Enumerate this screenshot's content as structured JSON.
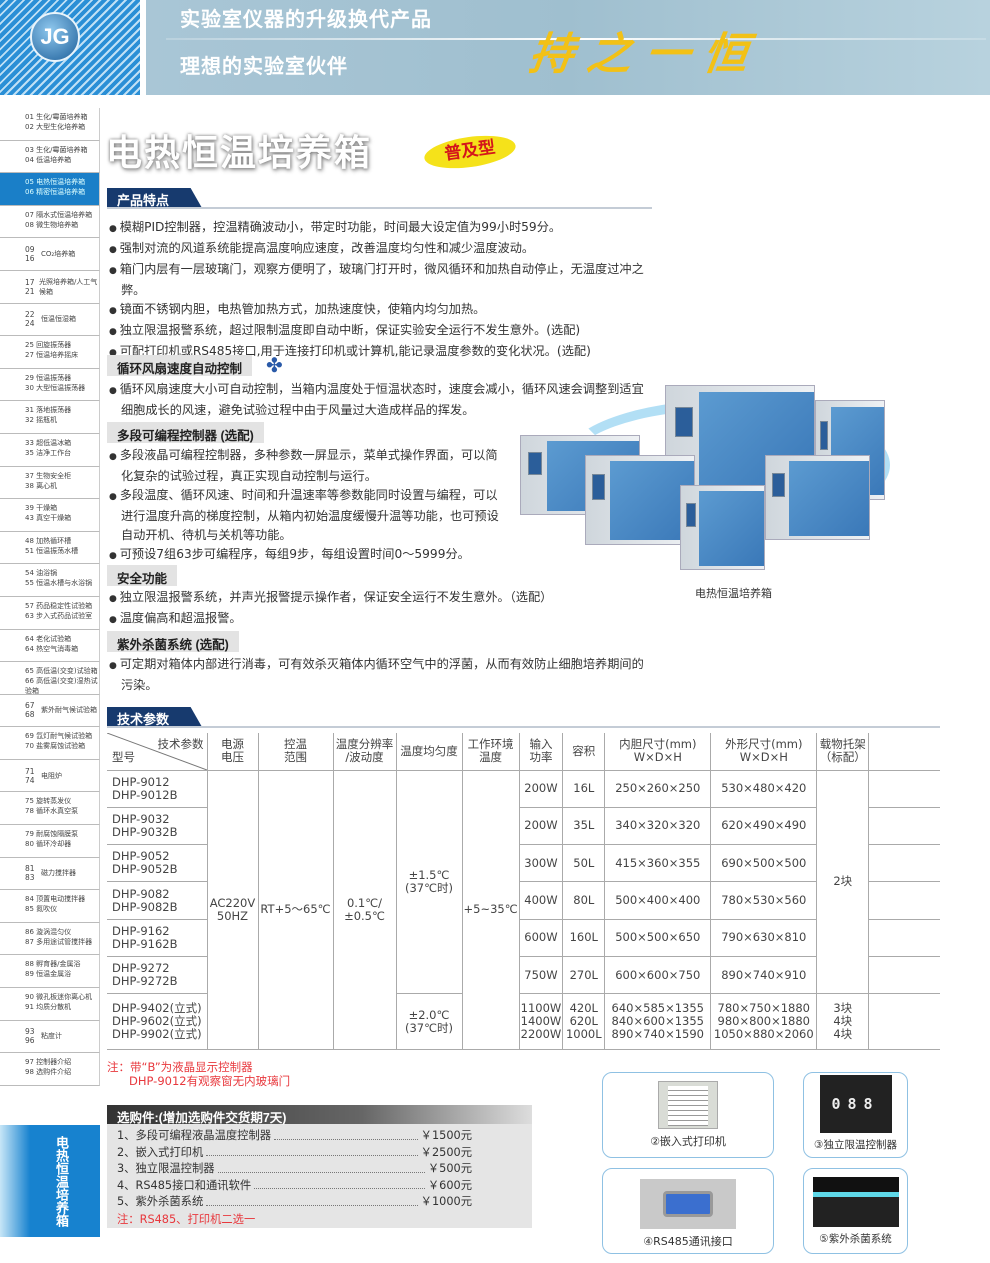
{
  "header": {
    "logo_text": "JG",
    "tagline1": "实验室仪器的升级换代产品",
    "tagline2": "理想的实验室伙伴",
    "slogan": "持之一恒"
  },
  "sidebar": {
    "items": [
      {
        "a": "01 生化/霉菌培养箱",
        "b": "02 大型生化培养箱"
      },
      {
        "a": "03 生化/霉菌培养箱",
        "b": "04 低温培养箱"
      },
      {
        "a": "05 电热恒温培养箱",
        "b": "06 精密恒温培养箱",
        "active": true
      },
      {
        "a": "07 隔水式恒温培养箱",
        "b": "08 微生物培养箱"
      },
      {
        "n": "09 16",
        "label": "CO₂培养箱"
      },
      {
        "n": "17 21",
        "label": "光照培养箱/人工气候箱"
      },
      {
        "n": "22 24",
        "label": "恒温恒湿箱"
      },
      {
        "a": "25 回旋振荡器",
        "b": "27 恒温培养摇床"
      },
      {
        "a": "29 恒温振荡器",
        "b": "30 大型恒温振荡器"
      },
      {
        "a": "31 落地振荡器",
        "b": "32 摇瓶机"
      },
      {
        "a": "33 超低温冰箱",
        "b": "35 洁净工作台"
      },
      {
        "a": "37 生物安全柜",
        "b": "38 离心机"
      },
      {
        "a": "39 干燥箱",
        "b": "43 真空干燥箱"
      },
      {
        "a": "48 加热循环槽",
        "b": "51 恒温振荡水槽"
      },
      {
        "a": "54 油浴锅",
        "b": "55 恒温水槽与水浴锅"
      },
      {
        "a": "57 药品稳定性试验箱",
        "b": "63 步入式药品试验室"
      },
      {
        "a": "64 老化试验箱",
        "b": "64 热空气消毒箱"
      },
      {
        "a": "65 高低温(交变)试验箱",
        "b": "66 高低温(交变)湿热试验箱"
      },
      {
        "n": "67 68",
        "label": "紫外耐气候试验箱"
      },
      {
        "a": "69 氙灯耐气候试验箱",
        "b": "70 盐雾腐蚀试验箱"
      },
      {
        "n": "71 74",
        "label": "电阻炉"
      },
      {
        "a": "75 旋转蒸发仪",
        "b": "78 循环水真空泵"
      },
      {
        "a": "79 耐腐蚀隔膜泵",
        "b": "80 循环冷却器"
      },
      {
        "n": "81 83",
        "label": "磁力搅拌器"
      },
      {
        "a": "84 顶置电动搅拌器",
        "b": "85 氮吹仪"
      },
      {
        "a": "86 漩涡混匀仪",
        "b": "87 多用途试管搅拌器"
      },
      {
        "a": "88 孵育器/金属浴",
        "b": "89 恒温金属浴"
      },
      {
        "a": "90 微孔板迷你离心机",
        "b": "91 均质分散机"
      },
      {
        "n": "93 96",
        "label": "粘度计"
      },
      {
        "a": "97 控制器介绍",
        "b": "98 选购件介绍"
      }
    ],
    "current_tab": "电热恒温培养箱"
  },
  "title": {
    "main": "电热恒温培养箱",
    "badge": "普及型"
  },
  "features": {
    "heading": "产品特点",
    "items": [
      "模糊PID控制器，控温精确波动小，带定时功能，时间最大设定值为99小时59分。",
      "强制对流的风道系统能提高温度响应速度，改善温度均匀性和减少温度波动。",
      "箱门内层有一层玻璃门，观察方便明了，玻璃门打开时，微风循环和加热自动停止，无温度过冲之弊。",
      "镜面不锈钢内胆，电热管加热方式，加热速度快，使箱内均匀加热。",
      "独立限温报警系统，超过限制温度即自动中断，保证实验安全运行不发生意外。(选配)",
      "可配打印机或RS485接口,用于连接打印机或计算机,能记录温度参数的变化状况。(选配)"
    ]
  },
  "fan": {
    "heading": "循环风扇速度自动控制",
    "items": [
      "循环风扇速度大小可自动控制，当箱内温度处于恒温状态时，速度会减小，循环风速会调整到适宜细胞成长的风速，避免试验过程中由于风量过大造成样品的挥发。"
    ]
  },
  "programmable": {
    "heading": "多段可编程控制器 (选配)",
    "items": [
      "多段液晶可编程控制器，多种参数一屏显示，菜单式操作界面，可以简化复杂的试验过程，真正实现自动控制与运行。",
      "多段温度、循环风速、时间和升温速率等参数能同时设置与编程，可以进行温度升高的梯度控制，从箱内初始温度缓慢升温等功能，也可预设自动开机、待机与关机等功能。",
      "可预设7组63步可编程序，每组9步，每组设置时间0～5999分。"
    ]
  },
  "safety": {
    "heading": "安全功能",
    "items": [
      "独立限温报警系统，并声光报警提示操作者，保证安全运行不发生意外。（选配）",
      "温度偏高和超温报警。"
    ]
  },
  "uv": {
    "heading": "紫外杀菌系统 (选配)",
    "items": [
      "可定期对箱体内部进行消毒，可有效杀灭箱体内循环空气中的浮菌，从而有效防止细胞培养期间的污染。"
    ]
  },
  "product_caption": "电热恒温培养箱",
  "specs": {
    "heading": "技术参数",
    "headers": {
      "corner_top": "技术参数",
      "corner_bottom": "型号",
      "voltage": "电源\n电压",
      "range": "控温\n范围",
      "resolution": "温度分辨率\n/波动度",
      "uniformity": "温度均匀度",
      "ambient": "工作环境\n温度",
      "power": "输入\n功率",
      "volume": "容积",
      "inner": "内胆尺寸(mm)\nW×D×H",
      "outer": "外形尺寸(mm)\nW×D×H",
      "shelves": "载物托架\n（标配）"
    },
    "shared": {
      "voltage": "AC220V\n50HZ",
      "range": "RT+5～65℃",
      "resolution": "0.1℃/\n±0.5℃",
      "uniformity_a": "±1.5℃\n(37℃时)",
      "uniformity_b": "±2.0℃\n(37℃时)",
      "ambient": "+5~35℃",
      "shelves_a": "2块"
    },
    "rows": [
      {
        "model": "DHP-9012\nDHP-9012B",
        "power": "200W",
        "volume": "16L",
        "inner": "250×260×250",
        "outer": "530×480×420"
      },
      {
        "model": "DHP-9032\nDHP-9032B",
        "power": "200W",
        "volume": "35L",
        "inner": "340×320×320",
        "outer": "620×490×490"
      },
      {
        "model": "DHP-9052\nDHP-9052B",
        "power": "300W",
        "volume": "50L",
        "inner": "415×360×355",
        "outer": "690×500×500"
      },
      {
        "model": "DHP-9082\nDHP-9082B",
        "power": "400W",
        "volume": "80L",
        "inner": "500×400×400",
        "outer": "780×530×560"
      },
      {
        "model": "DHP-9162\nDHP-9162B",
        "power": "600W",
        "volume": "160L",
        "inner": "500×500×650",
        "outer": "790×630×810"
      },
      {
        "model": "DHP-9272\nDHP-9272B",
        "power": "750W",
        "volume": "270L",
        "inner": "600×600×750",
        "outer": "890×740×910"
      },
      {
        "model": "DHP-9402(立式)\nDHP-9602(立式)\nDHP-9902(立式)",
        "power": "1100W\n1400W\n2200W",
        "volume": "420L\n620L\n1000L",
        "inner": "640×585×1355\n840×600×1355\n890×740×1590",
        "outer": "780×750×1880\n980×800×1880\n1050×880×2060",
        "shelves": "3块\n4块\n4块"
      }
    ]
  },
  "notes": {
    "line1": "注：带“B”为液晶显示控制器",
    "line2": "DHP-9012有观察窗无内玻璃门"
  },
  "options": {
    "heading": "选购件:(增加选购件交货期7天)",
    "items": [
      {
        "name": "1、多段可编程液晶温度控制器",
        "price": "￥1500元"
      },
      {
        "name": "2、嵌入式打印机",
        "price": "￥2500元"
      },
      {
        "name": "3、独立限温控制器",
        "price": "￥500元"
      },
      {
        "name": "4、RS485接口和通讯软件",
        "price": "￥600元"
      },
      {
        "name": "5、紫外杀菌系统",
        "price": "￥1000元"
      }
    ],
    "note": "注：RS485、打印机二选一"
  },
  "accessories": {
    "printer": "②嵌入式打印机",
    "limiter": "③独立限温控制器",
    "limiter_display": "088",
    "rs485": "④RS485通讯接口",
    "uv": "⑤紫外杀菌系统"
  },
  "colors": {
    "section_navy": "#173a6e",
    "sidebar_active": "#1a7fc8",
    "note_red": "#e8383d",
    "slogan_gold": "#f2c116"
  }
}
